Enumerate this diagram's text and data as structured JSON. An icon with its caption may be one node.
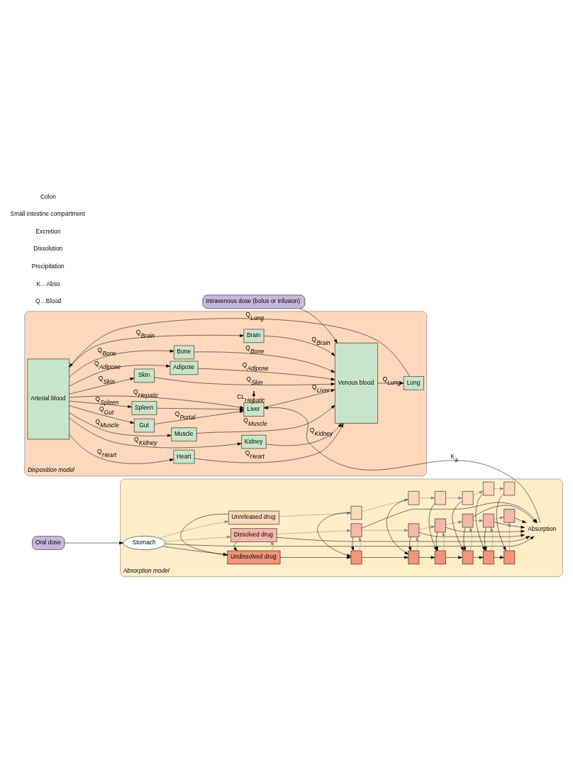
{
  "diagram": {
    "nodes": [
      {
        "text": [
          "Disposition model"
        ]
      },
      {
        "text": [
          "Venous blood"
        ],
        "in": 0
      },
      {
        "text": [
          "Arterial blood"
        ],
        "in": 0
      },
      {
        "text": [
          "Lung"
        ],
        "in": 0
      },
      {
        "text": [
          "Adipose"
        ],
        "in": 0
      },
      {
        "text": [
          "Bone"
        ],
        "in": 0
      },
      {
        "text": [
          "Brain"
        ],
        "in": 0
      },
      {
        "text": [
          "Heart"
        ],
        "in": 0
      },
      {
        "text": [
          "Kidney"
        ],
        "in": 0
      },
      {
        "text": [
          "Muscle"
        ],
        "in": 0
      },
      {
        "text": [
          "Liver"
        ],
        "in": 0
      },
      {
        "text": [
          "Spleen"
        ],
        "in": 0
      },
      {
        "text": [
          "Gut"
        ],
        "in": 0
      },
      {
        "text": [
          "Skin"
        ],
        "in": 0
      },
      {
        "text": [
          "Intravenous dose (bolus or infusion)"
        ]
      },
      {
        "text": [
          "Oral dose"
        ]
      },
      {
        "text": [
          "Absorption model"
        ]
      },
      {
        "text": [
          "Absorption"
        ],
        "in": 16
      },
      {
        "text": [
          "Stomach"
        ],
        "in": 16
      },
      {
        "text": [
          "Dissolved drug"
        ],
        "in": 16
      },
      {
        "text": [],
        "shape": "box",
        "in": 16
      },
      {
        "text": [],
        "shape": "box",
        "in": 16
      },
      {
        "text": [],
        "shape": "box",
        "in": 16
      },
      {
        "text": [],
        "shape": "box",
        "in": 16
      },
      {
        "text": [],
        "shape": "box",
        "in": 16
      },
      {
        "text": [],
        "shape": "box",
        "in": 16
      },
      {
        "text": [
          "Undissolved drug"
        ],
        "in": 16
      },
      {
        "text": [],
        "shape": "box",
        "in": 16
      },
      {
        "text": [],
        "shape": "box",
        "in": 16
      },
      {
        "text": [],
        "shape": "box",
        "in": 16
      },
      {
        "text": [],
        "shape": "box",
        "in": 16
      },
      {
        "text": [],
        "shape": "box",
        "in": 16
      },
      {
        "text": [],
        "shape": "box",
        "in": 16
      },
      {
        "text": [
          "Unreleased drug"
        ],
        "in": 16
      },
      {
        "text": [],
        "shape": "box",
        "in": 16
      },
      {
        "text": [],
        "shape": "box",
        "in": 16
      },
      {
        "text": [],
        "shape": "box",
        "in": 16
      },
      {
        "text": [],
        "shape": "box",
        "in": 16
      },
      {
        "text": [],
        "shape": "box",
        "in": 16
      },
      {
        "text": [],
        "shape": "box",
        "in": 16
      }
    ],
    "edges": [
      {
        "from": 1,
        "to": 3,
        "arrow": "to",
        "label": "Q$_{Lung}$"
      },
      {
        "from": 3,
        "to": 2,
        "arrow": "to",
        "label": "Q$_{Lung}$"
      },
      {
        "from": 2,
        "to": 4,
        "arrow": "to",
        "label": "Q$_{Adipose}$"
      },
      {
        "from": 4,
        "to": 1,
        "arrow": "to",
        "label": "Q$_{Adipose}$"
      },
      {
        "from": 2,
        "to": 5,
        "arrow": "to",
        "label": "Q$_{Bone}$"
      },
      {
        "from": 5,
        "to": 1,
        "arrow": "to",
        "label": "Q$_{Bone}$"
      },
      {
        "from": 2,
        "to": 6,
        "arrow": "to",
        "label": "Q$_{Brain}$"
      },
      {
        "from": 6,
        "to": 1,
        "arrow": "to",
        "label": "Q$_{Brain}$"
      },
      {
        "from": 2,
        "to": 7,
        "arrow": "to",
        "label": "Q$_{Heart}$"
      },
      {
        "from": 7,
        "to": 1,
        "arrow": "to",
        "label": "Q$_{Heart}$"
      },
      {
        "from": 2,
        "to": 8,
        "arrow": "to",
        "label": "Q$_{Kidney}$"
      },
      {
        "from": 8,
        "to": 1,
        "arrow": "to",
        "label": "Q$_{Kidney}$"
      },
      {
        "from": 2,
        "to": 9,
        "arrow": "to",
        "label": "Q$_{Muscle}$"
      },
      {
        "from": 9,
        "to": 1,
        "arrow": "to",
        "label": "Q$_{Muscle}$"
      },
      {
        "from": 2,
        "to": 10,
        "arrow": "to",
        "label": "Q$_{Hepatic}$"
      },
      {
        "from": 2,
        "to": 11,
        "arrow": "to",
        "label": "Q$_{Spleen}$"
      },
      {
        "from": 2,
        "to": 12,
        "arrow": "to",
        "label": "Q$_{Gut}$"
      },
      {
        "from": 11,
        "to": 10,
        "arrow": "to"
      },
      {
        "from": 12,
        "to": 10,
        "arrow": "to",
        "label": "Q$_{Portal}$"
      },
      {
        "from": 10,
        "to": 1,
        "arrow": "to",
        "label": "Q$_{Liver}$"
      },
      {
        "from": 10,
        "to": null,
        "arrow": "to",
        "label": "CL$_{Hepatic}$"
      },
      {
        "from": 2,
        "to": 13,
        "arrow": "to",
        "label": "Q$_{Skin}$"
      },
      {
        "from": 13,
        "to": 1,
        "arrow": "to",
        "label": "Q$_{Skin}$"
      },
      {
        "from": 14,
        "to": 1,
        "arrow": "to"
      },
      {
        "from": 15,
        "to": 18,
        "arrow": "to"
      },
      {
        "from": 17,
        "to": 10,
        "arrow": "to",
        "label": "K$_{a}$"
      },
      {
        "from": 18,
        "to": 17,
        "arrow": "to"
      },
      {
        "from": 18,
        "to": 19,
        "arrow": "to",
        "color": "#888888"
      },
      {
        "from": 18,
        "to": 26,
        "arrow": "to"
      },
      {
        "from": 18,
        "to": 33,
        "arrow": "to",
        "color": "#888888"
      },
      {
        "from": 19,
        "to": 17,
        "arrow": "to"
      },
      {
        "from": 20,
        "to": 17,
        "arrow": "to"
      },
      {
        "from": 21,
        "to": 17,
        "arrow": "to"
      },
      {
        "from": 22,
        "to": 17,
        "arrow": "to"
      },
      {
        "from": 23,
        "to": 17,
        "arrow": "to"
      },
      {
        "from": 24,
        "to": 17,
        "arrow": "to"
      },
      {
        "from": 25,
        "to": 17,
        "arrow": "to"
      },
      {
        "from": 19,
        "to": 20,
        "arrow": "to",
        "color": "#888888"
      },
      {
        "from": 20,
        "to": 21,
        "arrow": "to",
        "color": "#888888"
      },
      {
        "from": 21,
        "to": 22,
        "arrow": "to",
        "color": "#888888"
      },
      {
        "from": 22,
        "to": 23,
        "arrow": "to",
        "color": "#888888"
      },
      {
        "from": 23,
        "to": 24,
        "arrow": "to",
        "color": "#888888"
      },
      {
        "from": 24,
        "to": 25,
        "arrow": "to",
        "color": "#888888"
      },
      {
        "from": 26,
        "to": 27,
        "arrow": "to"
      },
      {
        "from": 27,
        "to": 28,
        "arrow": "to"
      },
      {
        "from": 28,
        "to": 29,
        "arrow": "to"
      },
      {
        "from": 29,
        "to": 30,
        "arrow": "to"
      },
      {
        "from": 30,
        "to": 31,
        "arrow": "to"
      },
      {
        "from": 31,
        "to": 32,
        "arrow": "to"
      },
      {
        "from": 33,
        "to": 34,
        "arrow": "to",
        "color": "#888888"
      },
      {
        "from": 34,
        "to": 35,
        "arrow": "to",
        "color": "#888888"
      },
      {
        "from": 35,
        "to": 36,
        "arrow": "to",
        "color": "#888888"
      },
      {
        "from": 36,
        "to": 37,
        "arrow": "to",
        "color": "#888888"
      },
      {
        "from": 37,
        "to": 38,
        "arrow": "to",
        "color": "#888888"
      },
      {
        "from": 38,
        "to": 39,
        "arrow": "to",
        "color": "#888888"
      },
      {
        "from": 33,
        "to": 26,
        "arrow": "to"
      },
      {
        "from": 34,
        "to": 27,
        "arrow": "to"
      },
      {
        "from": 35,
        "to": 28,
        "arrow": "to"
      },
      {
        "from": 36,
        "to": 29,
        "arrow": "to"
      },
      {
        "from": 37,
        "to": 30,
        "arrow": "to"
      },
      {
        "from": 38,
        "to": 31,
        "arrow": "to"
      },
      {
        "from": 39,
        "to": 32,
        "arrow": "to"
      },
      {
        "from": 26,
        "to": 19,
        "arrow": "to",
        "color": "#888888"
      },
      {
        "from": 27,
        "to": 20,
        "arrow": "to",
        "color": "#888888"
      },
      {
        "from": 28,
        "to": 21,
        "arrow": "to",
        "color": "#888888"
      },
      {
        "from": 29,
        "to": 22,
        "arrow": "to",
        "color": "#888888"
      },
      {
        "from": 30,
        "to": 23,
        "arrow": "to",
        "color": "#888888"
      },
      {
        "from": 31,
        "to": 24,
        "arrow": "to",
        "color": "#888888"
      },
      {
        "from": 32,
        "to": 25,
        "arrow": "to",
        "color": "#888888"
      },
      {
        "from": 19,
        "to": 26,
        "arrow": "to"
      },
      {
        "from": 20,
        "to": 27,
        "arrow": "to"
      },
      {
        "from": 21,
        "to": 28,
        "arrow": "to"
      },
      {
        "from": 22,
        "to": 29,
        "arrow": "to"
      },
      {
        "from": 23,
        "to": 30,
        "arrow": "to"
      },
      {
        "from": 24,
        "to": 31,
        "arrow": "to"
      }
    ],
    "labels": [
      "Q…Blood",
      "K…Abso",
      "Precipitation",
      "Dissolution",
      "Excretion",
      "Small intestine compartment",
      "Colon"
    ]
  }
}
